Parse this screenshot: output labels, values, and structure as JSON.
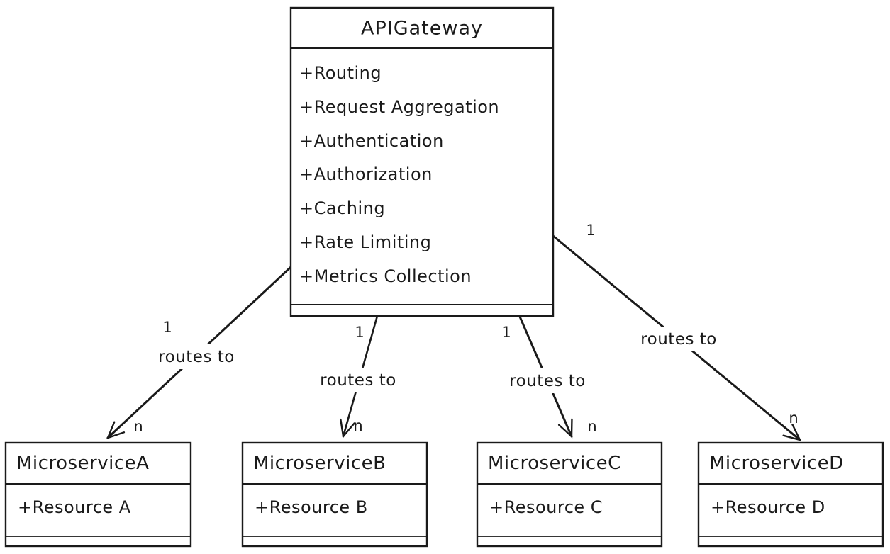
{
  "diagram": {
    "kind": "uml-class-diagram",
    "style": "hand-drawn",
    "colors": {
      "stroke": "#1a1a1a",
      "background": "#ffffff"
    },
    "gateway": {
      "name": "APIGateway",
      "attributes": [
        "+Routing",
        "+Request Aggregation",
        "+Authentication",
        "+Authorization",
        "+Caching",
        "+Rate Limiting",
        "+Metrics Collection"
      ],
      "methods": []
    },
    "microservices": [
      {
        "name": "MicroserviceA",
        "attributes": [
          "+Resource A"
        ],
        "methods": []
      },
      {
        "name": "MicroserviceB",
        "attributes": [
          "+Resource B"
        ],
        "methods": []
      },
      {
        "name": "MicroserviceC",
        "attributes": [
          "+Resource C"
        ],
        "methods": []
      },
      {
        "name": "MicroserviceD",
        "attributes": [
          "+Resource D"
        ],
        "methods": []
      }
    ],
    "edges": [
      {
        "from": "APIGateway",
        "to": "MicroserviceA",
        "label": "routes to",
        "source_multiplicity": "1",
        "target_multiplicity": "n"
      },
      {
        "from": "APIGateway",
        "to": "MicroserviceB",
        "label": "routes to",
        "source_multiplicity": "1",
        "target_multiplicity": "n"
      },
      {
        "from": "APIGateway",
        "to": "MicroserviceC",
        "label": "routes to",
        "source_multiplicity": "1",
        "target_multiplicity": "n"
      },
      {
        "from": "APIGateway",
        "to": "MicroserviceD",
        "label": "routes to",
        "source_multiplicity": "1",
        "target_multiplicity": "n"
      }
    ]
  }
}
